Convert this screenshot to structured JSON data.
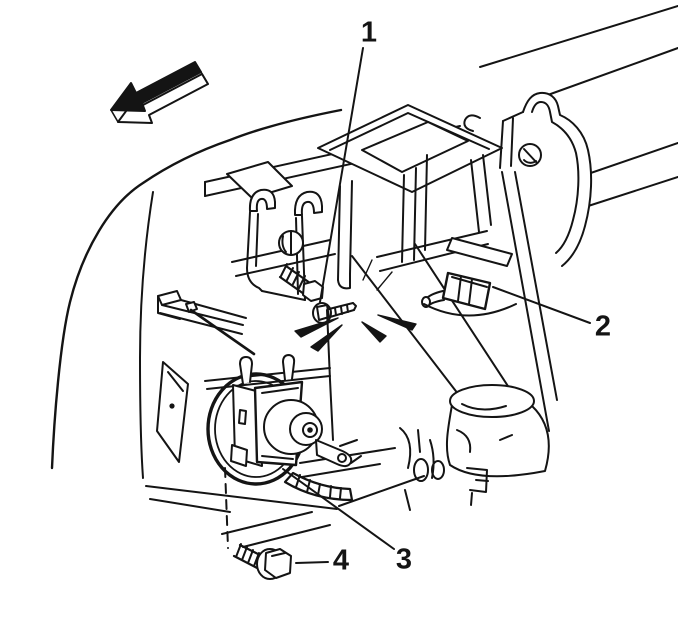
{
  "figure": {
    "kind": "technical-line-illustration",
    "background_color": "#ffffff",
    "line_color": "#141414",
    "direction_arrow": {
      "icon": "view-direction-arrow-icon",
      "style": "solid-black-3d-block-arrow",
      "points": "lower-left"
    },
    "callouts": [
      {
        "label": "1",
        "points_to": "upper-mounting-bolt"
      },
      {
        "label": "2",
        "points_to": "electrical-connector"
      },
      {
        "label": "3",
        "points_to": "cruise-control-module-cable"
      },
      {
        "label": "4",
        "points_to": "lower-mounting-bolt"
      }
    ]
  }
}
